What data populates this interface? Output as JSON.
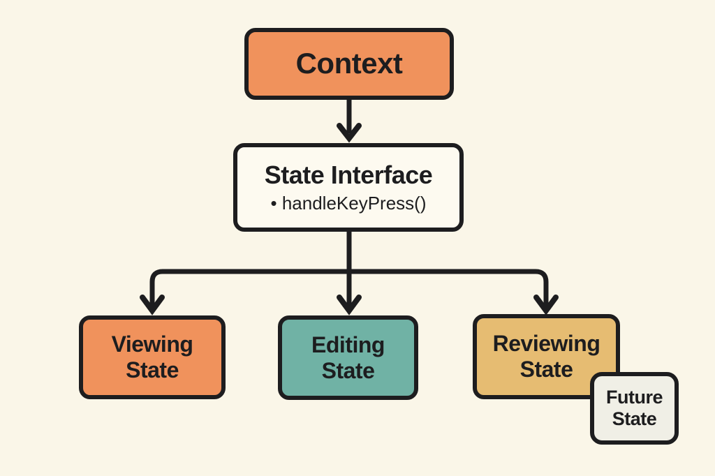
{
  "colors": {
    "background": "#faf6e8",
    "stroke": "#1d1d1f",
    "text": "#1d1d1f"
  },
  "diagram": {
    "type": "flowchart",
    "description": "State pattern class diagram with Context delegating to a State Interface implemented by three concrete states"
  },
  "nodes": {
    "context": {
      "label": "Context",
      "fill": "#f0925c"
    },
    "state_interface": {
      "title": "State Interface",
      "methods": [
        "• handleKeyPress()"
      ],
      "fill": "#fdfaf0"
    },
    "viewing_state": {
      "label": "Viewing\nState",
      "fill": "#f0925c"
    },
    "editing_state": {
      "label": "Editing\nState",
      "fill": "#70b2a5"
    },
    "reviewing_state": {
      "label": "Reviewing\nState",
      "fill": "#e6bc72"
    },
    "future_state": {
      "label": "Future\nState",
      "fill": "#f0efe6"
    }
  },
  "edges": [
    {
      "from": "context",
      "to": "state_interface",
      "style": "arrow"
    },
    {
      "from": "state_interface",
      "to": "viewing_state",
      "style": "arrow"
    },
    {
      "from": "state_interface",
      "to": "editing_state",
      "style": "arrow"
    },
    {
      "from": "state_interface",
      "to": "reviewing_state",
      "style": "arrow"
    }
  ]
}
